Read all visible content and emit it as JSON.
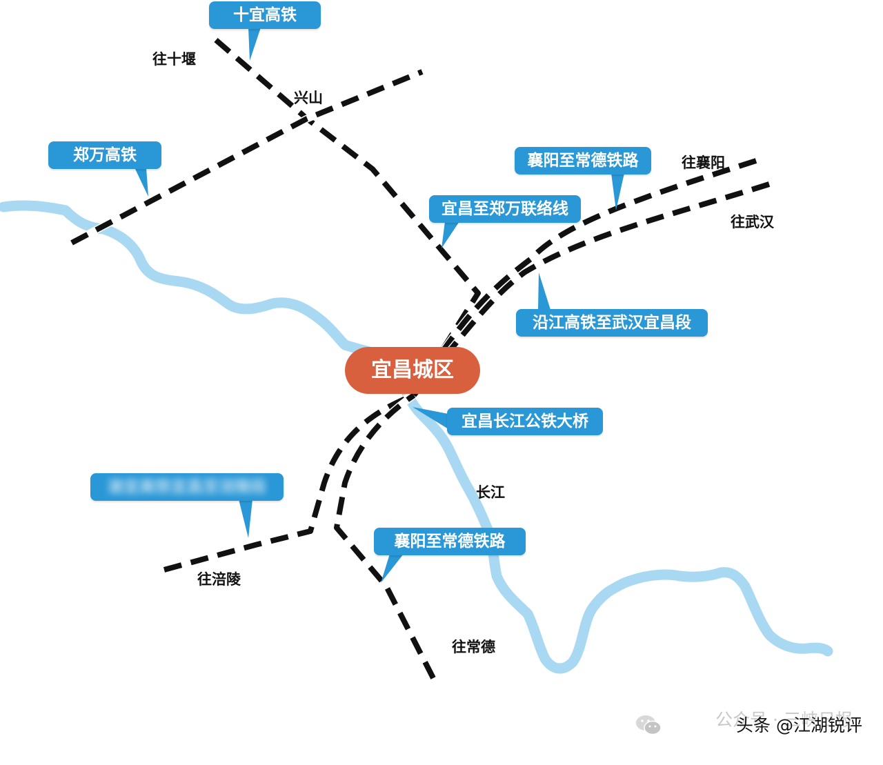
{
  "city": "宜昌城区",
  "river": "长江",
  "places": {
    "shiyan": "往十堰",
    "xingshan": "兴山",
    "xiangyang": "往襄阳",
    "wuhan": "往武汉",
    "fuling": "往涪陵",
    "changde": "往常德"
  },
  "callouts": {
    "shiyi": "十宜高铁",
    "zhengwan": "郑万高铁",
    "xiangchang_north": "襄阳至常德铁路",
    "liaison": "宜昌至郑万联络线",
    "yanjiang": "沿江高铁至武汉宜昌段",
    "bridge": "宜昌长江公铁大桥",
    "blurred": "渝宜高铁宜昌至涪陵段",
    "xiangchang_south": "襄阳至常德铁路"
  },
  "watermark": {
    "faint": "公众号 · 三峡日报",
    "main": "头条 @江湖锐评"
  },
  "colors": {
    "callout": "#2a97d6",
    "city": "#d9603f",
    "river": "#a9d8f2",
    "rail": "#111111"
  }
}
